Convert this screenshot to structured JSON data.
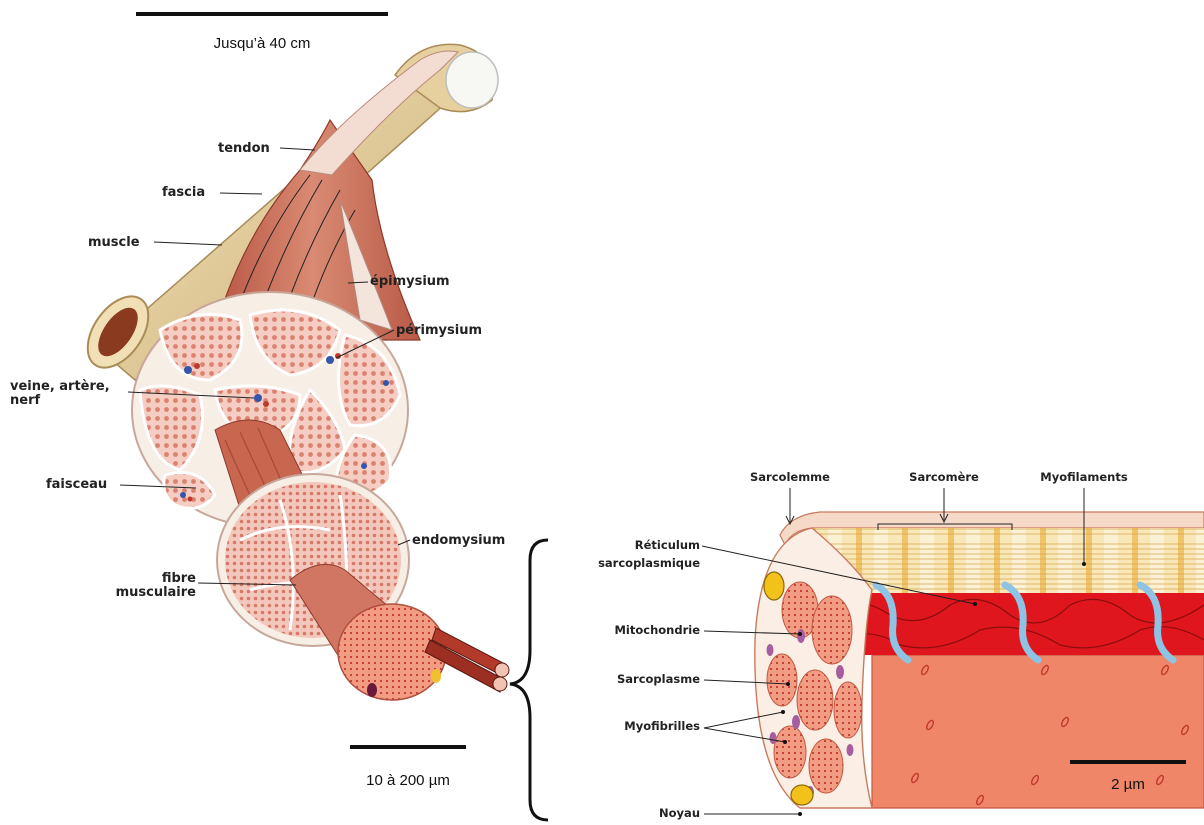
{
  "scale_bars": {
    "top": "Jusqu’à 40 cm",
    "fiber": "10 à 200 µm",
    "myofibril": "2 µm"
  },
  "left_labels": {
    "tendon": "tendon",
    "fascia": "fascia",
    "muscle": "muscle",
    "epimysium": "épimysium",
    "perimysium": "périmysium",
    "vessels_line1": "veine, artère,",
    "vessels_line2": "nerf",
    "faisceau": "faisceau",
    "endomysium": "endomysium",
    "fibre_line1": "fibre",
    "fibre_line2": "musculaire"
  },
  "right_labels": {
    "sarcolemme": "Sarcolemme",
    "sarcomere": "Sarcomère",
    "myofilaments": "Myofilaments",
    "reticulum_line1": "Réticulum",
    "reticulum_line2": "sarcoplasmique",
    "mitochondrie": "Mitochondrie",
    "sarcoplasme": "Sarcoplasme",
    "myofibrilles": "Myofibrilles",
    "noyau": "Noyau"
  },
  "colors": {
    "muscle": "#c96a55",
    "bone": "#e8d4a6",
    "fiber_fill": "#f2b5a8",
    "reticulum": "#e0161e",
    "ttubule": "#8fc3e4",
    "cell_body": "#ef8668",
    "nucleus": "#f3c21a",
    "mito": "#a75ea0"
  }
}
